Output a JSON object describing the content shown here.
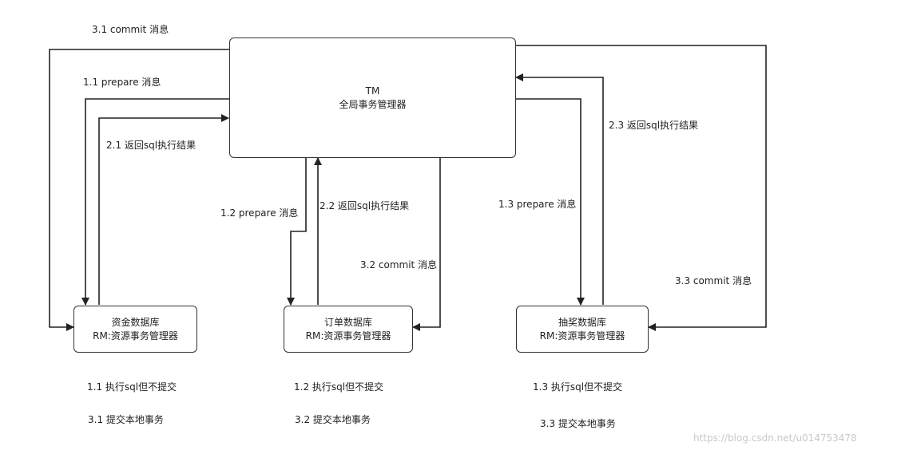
{
  "tm": {
    "title": "TM",
    "subtitle": "全局事务管理器"
  },
  "rms": [
    {
      "name": "资金数据库",
      "role": "RM:资源事务管理器"
    },
    {
      "name": "订单数据库",
      "role": "RM:资源事务管理器"
    },
    {
      "name": "抽奖数据库",
      "role": "RM:资源事务管理器"
    }
  ],
  "arrows": {
    "c31": "3.1 commit 消息",
    "p11": "1.1 prepare 消息",
    "r21": "2.1 返回sql执行结果",
    "p12": "1.2 prepare 消息",
    "r22": "2.2 返回sql执行结果",
    "c32": "3.2 commit 消息",
    "r23": "2.3 返回sql执行结果",
    "p13": "1.3 prepare 消息",
    "c33": "3.3 commit 消息"
  },
  "notes": [
    {
      "exec": "1.1 执行sql但不提交",
      "commit": "3.1 提交本地事务"
    },
    {
      "exec": "1.2 执行sql但不提交",
      "commit": "3.2 提交本地事务"
    },
    {
      "exec": "1.3 执行sql但不提交",
      "commit": "3.3 提交本地事务"
    }
  ],
  "watermark": "https://blog.csdn.net/u014753478"
}
